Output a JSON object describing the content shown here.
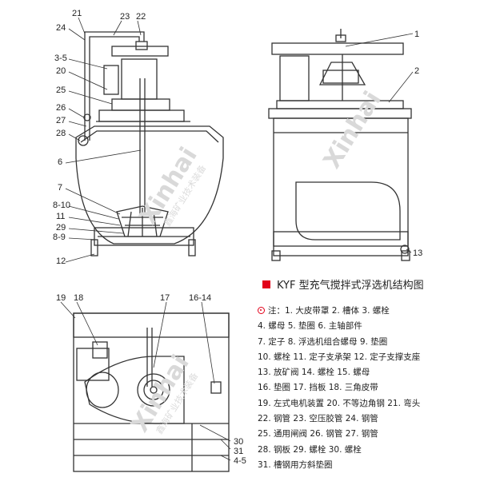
{
  "diagram": {
    "callouts_left": [
      "21",
      "23",
      "22",
      "24",
      "3-5",
      "20",
      "25",
      "26",
      "27",
      "28",
      "6",
      "7",
      "8-10",
      "11",
      "29",
      "8-9",
      "12"
    ],
    "callouts_right": [
      "1",
      "2",
      "13"
    ],
    "callouts_bottom": [
      "19",
      "18",
      "17",
      "16-14",
      "30",
      "31",
      "4-5"
    ],
    "watermark": "Xinhai",
    "watermark_sub": "鑫海矿业技术装备"
  },
  "title": "KYF 型充气搅拌式浮选机结构图",
  "legend": {
    "note_prefix": "注：",
    "items": [
      "1. 大皮带罩 2. 槽体 3. 螺栓",
      "4. 螺母 5. 垫圈 6. 主轴部件",
      "7. 定子 8. 浮选机组合螺母 9. 垫圈",
      "10. 螺栓 11. 定子支承架 12. 定子支撑支座",
      "13. 放矿阀 14. 螺栓 15. 螺母",
      "16. 垫圈 17. 挡板 18. 三角皮带",
      "19. 左式电机装置 20. 不等边角钢 21. 弯头",
      "22. 钢管 23. 空压胶管 24. 钢管",
      "25. 通用闸阀 26. 钢管 27. 钢管",
      "28. 钢板 29. 螺栓 30. 螺栓",
      "31. 槽钢用方斜垫圈"
    ]
  },
  "colors": {
    "accent": "#e2001a",
    "line": "#333333",
    "text": "#222222"
  }
}
